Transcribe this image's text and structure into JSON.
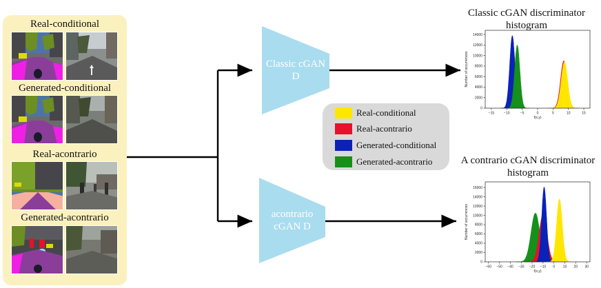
{
  "input_panel": {
    "groups": [
      {
        "label": "Real-conditional"
      },
      {
        "label": "Generated-conditional"
      },
      {
        "label": "Real-acontrario"
      },
      {
        "label": "Generated-acontrario"
      }
    ]
  },
  "discriminators": {
    "classic": {
      "line1": "Classic cGAN",
      "line2": "D"
    },
    "acontrario": {
      "line1": "acontrario",
      "line2": "cGAN D"
    }
  },
  "legend": {
    "items": [
      {
        "label": "Real-conditional",
        "color": "#ffe600"
      },
      {
        "label": "Real-acontrario",
        "color": "#e8102a"
      },
      {
        "label": "Generated-conditional",
        "color": "#0a22b8"
      },
      {
        "label": "Generated-acontrario",
        "color": "#15901a"
      }
    ]
  },
  "charts": {
    "classic": {
      "title_line1": "Classic cGAN discriminator",
      "title_line2": "histogram",
      "xlabel": "f(x,y)",
      "ylabel": "Number of occurrences",
      "xticks": [
        -15,
        -10,
        -5,
        0,
        5,
        10,
        15
      ],
      "xtick_labels": [
        "−15",
        "−10",
        "−5",
        "0",
        "5",
        "10",
        "15"
      ],
      "yticks": [
        0,
        2000,
        4000,
        6000,
        8000,
        10000,
        12000,
        14000
      ],
      "xlim": [
        -17,
        17
      ],
      "ylim": [
        0,
        14800
      ]
    },
    "acontrario": {
      "title_line1": "A contrario cGAN discriminator",
      "title_line2": "histogram",
      "xlabel": "f(x,y)",
      "ylabel": "Number of occurrences",
      "xticks": [
        -60,
        -50,
        -40,
        -30,
        -20,
        -10,
        0,
        10,
        20,
        30
      ],
      "xtick_labels": [
        "−60",
        "−50",
        "−40",
        "−30",
        "−20",
        "−10",
        "0",
        "10",
        "20",
        "30"
      ],
      "yticks": [
        0,
        2000,
        4000,
        6000,
        8000,
        10000,
        12000,
        14000,
        16000
      ],
      "xlim": [
        -63,
        33
      ],
      "ylim": [
        0,
        17200
      ]
    }
  },
  "chart_data": [
    {
      "type": "area",
      "title": "Classic cGAN discriminator histogram",
      "xlabel": "f(x,y)",
      "ylabel": "Number of occurrences",
      "xlim": [
        -17,
        17
      ],
      "ylim": [
        0,
        14800
      ],
      "series": [
        {
          "name": "Generated-conditional",
          "color": "#0a22b8",
          "peak_x": -8.2,
          "peak_y": 13800,
          "width": 0.85
        },
        {
          "name": "Generated-acontrario",
          "color": "#15901a",
          "peak_x": -6.6,
          "peak_y": 12000,
          "width": 0.85
        },
        {
          "name": "Real-acontrario",
          "color": "#e8102a",
          "peak_x": 8.5,
          "peak_y": 9000,
          "width": 1.05
        },
        {
          "name": "Real-conditional",
          "color": "#ffe600",
          "peak_x": 8.7,
          "peak_y": 8800,
          "width": 1.05
        }
      ]
    },
    {
      "type": "area",
      "title": "A contrario cGAN discriminator histogram",
      "xlabel": "f(x,y)",
      "ylabel": "Number of occurrences",
      "xlim": [
        -63,
        33
      ],
      "ylim": [
        0,
        17200
      ],
      "series": [
        {
          "name": "Generated-acontrario",
          "color": "#15901a",
          "peak_x": -17,
          "peak_y": 10500,
          "width": 4.0
        },
        {
          "name": "Real-acontrario",
          "color": "#e8102a",
          "peak_x": -10,
          "peak_y": 10200,
          "width": 3.6
        },
        {
          "name": "Generated-conditional",
          "color": "#0a22b8",
          "peak_x": -9,
          "peak_y": 16100,
          "width": 2.2
        },
        {
          "name": "Real-conditional",
          "color": "#ffe600",
          "peak_x": 5,
          "peak_y": 13500,
          "width": 2.6
        }
      ]
    }
  ]
}
